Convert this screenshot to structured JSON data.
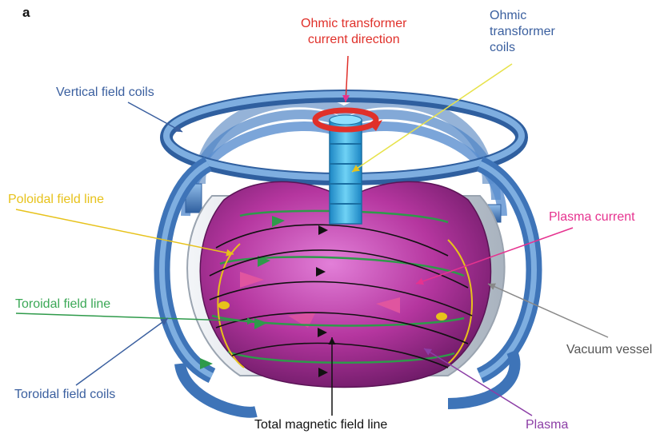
{
  "figure": {
    "panel_label": "a",
    "labels": {
      "ohmic_direction": [
        "Ohmic transformer",
        "current direction"
      ],
      "ohmic_coils": [
        "Ohmic",
        "transformer",
        "coils"
      ],
      "vertical_field_coils": "Vertical field coils",
      "poloidal_field_line": "Poloidal field line",
      "plasma_current": "Plasma current",
      "toroidal_field_line": "Toroidal field line",
      "vacuum_vessel": "Vacuum vessel",
      "toroidal_field_coils": "Toroidal field coils",
      "total_magnetic_field_line": "Total magnetic field line",
      "plasma": "Plasma"
    }
  },
  "colors": {
    "coil_blue": "#3e74b8",
    "coil_light": "#7eaee0",
    "plasma_magenta": "#b0309c",
    "plasma_light": "#d96bd0",
    "field_green": "#2e9a4a",
    "field_yellow": "#e7c21b",
    "solenoid": "#38b6e8",
    "current_red": "#e0302a",
    "vessel_grey": "#cfd6df"
  }
}
